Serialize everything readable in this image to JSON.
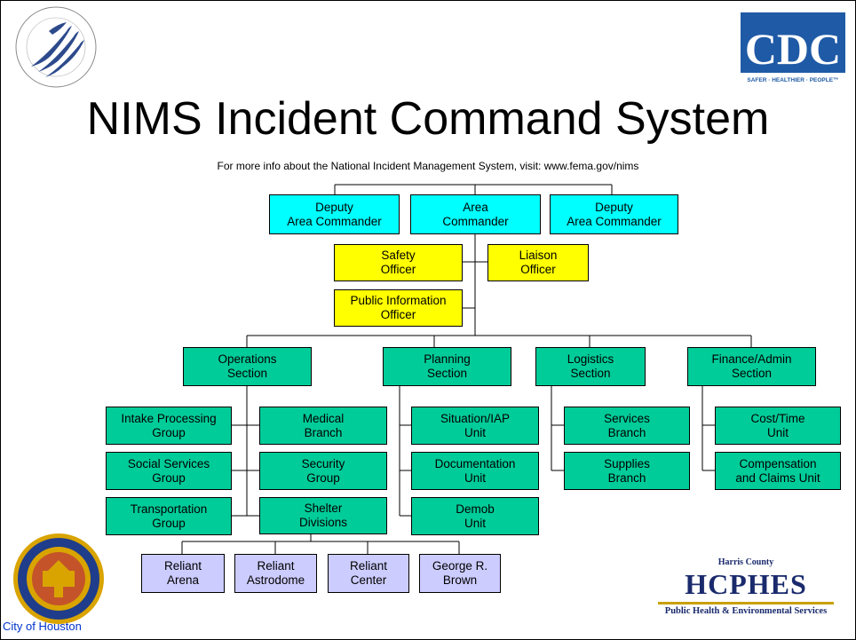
{
  "title": "NIMS Incident Command System",
  "subtitle": "For more info about the National Incident Management System, visit:  www.fema.gov/nims",
  "colors": {
    "command": "#00ffff",
    "staff": "#ffff00",
    "section": "#00cc99",
    "site": "#ccccff",
    "link": "#0033cc"
  },
  "command": {
    "deputy_left": "Deputy\nArea Commander",
    "area": "Area\nCommander",
    "deputy_right": "Deputy\nArea Commander"
  },
  "staff": {
    "safety": "Safety\nOfficer",
    "liaison": "Liaison\nOfficer",
    "pio": "Public Information\nOfficer"
  },
  "sections": {
    "operations": "Operations\nSection",
    "planning": "Planning\nSection",
    "logistics": "Logistics\nSection",
    "finance": "Finance/Admin\nSection"
  },
  "operations_units": {
    "intake": "Intake Processing\nGroup",
    "social": "Social Services\nGroup",
    "transport": "Transportation\nGroup",
    "medical": "Medical\nBranch",
    "security": "Security\nGroup",
    "shelter": "Shelter\nDivisions"
  },
  "planning_units": {
    "situation": "Situation/IAP\nUnit",
    "documentation": "Documentation\nUnit",
    "demob": "Demob\nUnit"
  },
  "logistics_units": {
    "services": "Services\nBranch",
    "supplies": "Supplies\nBranch"
  },
  "finance_units": {
    "cost": "Cost/Time\nUnit",
    "comp": "Compensation\nand Claims Unit"
  },
  "shelters": {
    "arena": "Reliant\nArena",
    "astrodome": "Reliant\nAstrodome",
    "center": "Reliant\nCenter",
    "grb": "George R.\nBrown"
  },
  "logos": {
    "hhs_icon": "hhs-eagle-icon",
    "cdc_text": "CDC",
    "cdc_tagline": "SAFER · HEALTHIER · PEOPLE™",
    "city_label": "City of Houston",
    "hcphes_county": "Harris County",
    "hcphes_name": "HCPHES",
    "hcphes_sub": "Public Health & Environmental Services"
  }
}
